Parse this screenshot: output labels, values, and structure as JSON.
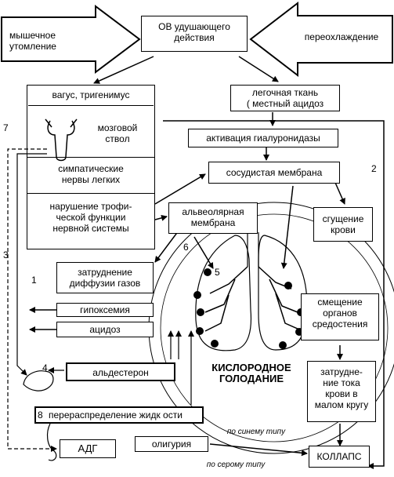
{
  "labels": {
    "muscle_fatigue": "мышечное\nутомление",
    "toxic_agent": "ОВ удушающего\nдействия",
    "hypothermia": "переохлаждение",
    "vagus": "вагус, тригенимус",
    "lung_tissue": "легочная ткань\n( местный ацидоз",
    "brain_stem": "мозговой\nствол",
    "hyaluronidase": "активация гиалуронидазы",
    "sympathetic": "симпатические\nнервы легких",
    "vascular_membrane": "сосудистая мембрана",
    "trophic": "нарушение трофи-\nческой функции\nнервной системы",
    "alveolar_membrane": "альвеолярная\nмембрана",
    "blood_thickening": "сгущение\nкрови",
    "gas_diffusion": "затруднение\nдиффузии газов",
    "hypoxemia": "гипоксемия",
    "acidosis": "ацидоз",
    "mediastinum": "смещение\nорганов\nсредостения",
    "aldosterone": "альдестерон",
    "oxygen_starvation": "КИСЛОРОДНОЕ\nГОЛОДАНИЕ",
    "flow_difficulty": "затрудне-\nние тока\nкрови в\nмалом кругу",
    "fluid_redistribution": "перераспределение жидк  ости",
    "adh": "АДГ",
    "oliguria": "олигурия",
    "blue_type": "по синему типу",
    "gray_type": "по серому типу",
    "collapse": "КОЛЛАПС"
  },
  "numbers": {
    "n1": "1",
    "n2": "2",
    "n3": "3",
    "n4": "4",
    "n5": "5",
    "n6": "6",
    "n7": "7",
    "n8": "8"
  }
}
